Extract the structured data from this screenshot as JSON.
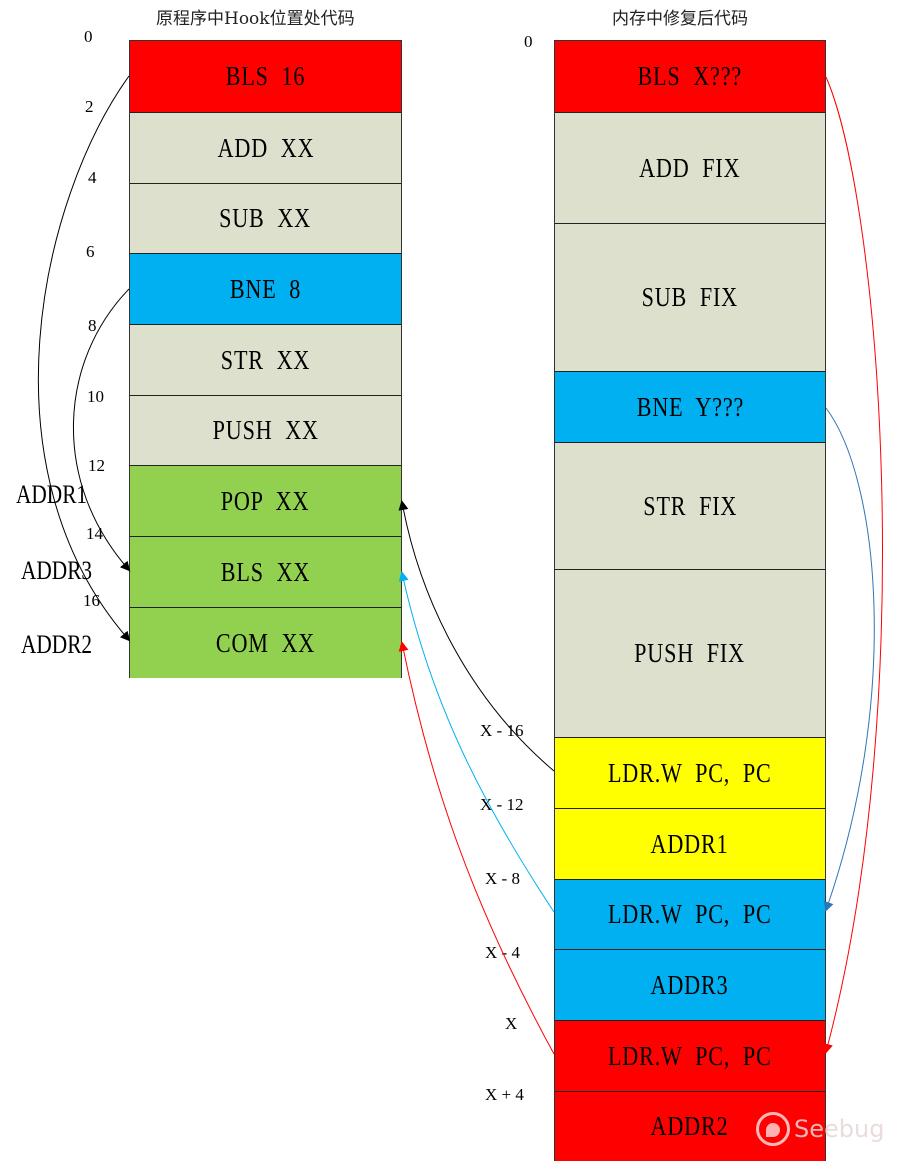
{
  "left_panel": {
    "title": "原程序中Hook位置处代码",
    "cells": [
      {
        "label": "BLS  16",
        "color": "#ff0000"
      },
      {
        "label": "ADD  XX",
        "color": "#dce0cc"
      },
      {
        "label": "SUB  XX",
        "color": "#dce0cc"
      },
      {
        "label": "BNE  8",
        "color": "#00b0f0"
      },
      {
        "label": "STR  XX",
        "color": "#dce0cc"
      },
      {
        "label": "PUSH  XX",
        "color": "#dce0cc"
      },
      {
        "label": "POP  XX",
        "color": "#92d050"
      },
      {
        "label": "BLS  XX",
        "color": "#92d050"
      },
      {
        "label": "COM  XX",
        "color": "#92d050"
      }
    ],
    "offsets": [
      "0",
      "2",
      "4",
      "6",
      "8",
      "10",
      "12",
      "14",
      "16"
    ],
    "addr_labels": [
      "ADDR1",
      "ADDR3",
      "ADDR2"
    ]
  },
  "right_panel": {
    "title": "内存中修复后代码",
    "cells": [
      {
        "label": "BLS  X???",
        "color": "#ff0000"
      },
      {
        "label": "ADD  FIX",
        "color": "#dce0cc"
      },
      {
        "label": "SUB  FIX",
        "color": "#dce0cc"
      },
      {
        "label": "BNE  Y???",
        "color": "#00b0f0"
      },
      {
        "label": "STR  FIX",
        "color": "#dce0cc"
      },
      {
        "label": "PUSH  FIX",
        "color": "#dce0cc"
      },
      {
        "label": "LDR.W  PC,  PC",
        "color": "#ffff00"
      },
      {
        "label": "ADDR1",
        "color": "#ffff00"
      },
      {
        "label": "LDR.W  PC,  PC",
        "color": "#00b0f0"
      },
      {
        "label": "ADDR3",
        "color": "#00b0f0"
      },
      {
        "label": "LDR.W  PC,  PC",
        "color": "#ff0000"
      },
      {
        "label": "ADDR2",
        "color": "#ff0000"
      }
    ],
    "offsets": [
      "0",
      "X - 16",
      "X - 12",
      "X - 8",
      "X - 4",
      "X",
      "X + 4"
    ]
  },
  "arrow_colors": {
    "black": "#000000",
    "cyan": "#00b0f0",
    "red": "#ff0000",
    "blue": "#2e75b6"
  },
  "watermark": "Seebug"
}
